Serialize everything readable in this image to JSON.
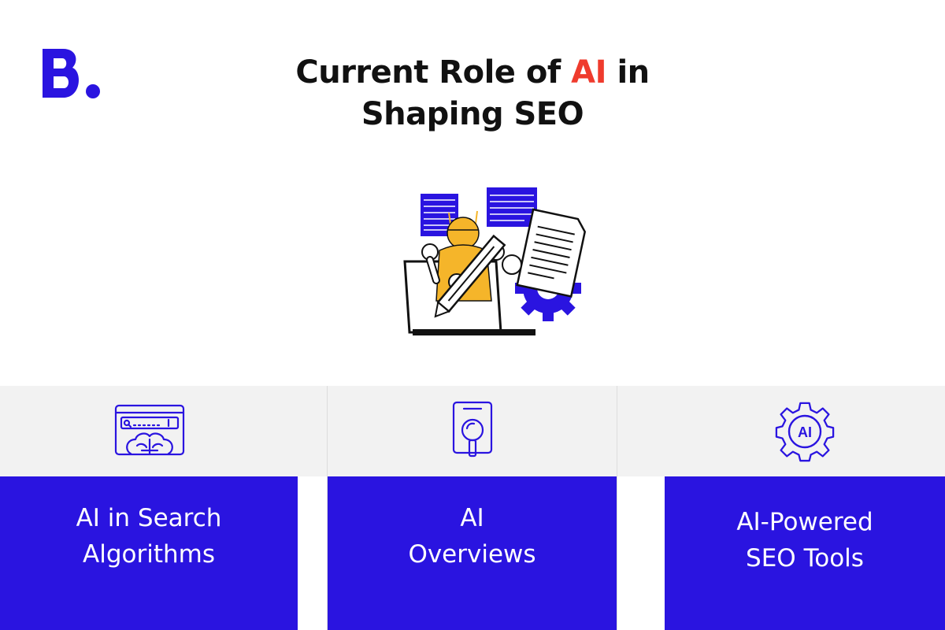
{
  "colors": {
    "brand": "#2a14e0",
    "accent": "#ef3b2d",
    "strip": "#f2f2f2",
    "robot": "#f5b52a"
  },
  "logo": {
    "letter": "B",
    "icon": "brand-logo"
  },
  "title": {
    "part1": "Current Role of",
    "highlight": "AI",
    "part2": "in",
    "line2": "Shaping SEO"
  },
  "illustration": {
    "icon": "ai-robot-writing-illustration"
  },
  "cards": [
    {
      "line1": "AI in Search",
      "line2": "Algorithms",
      "icon": "search-brain-icon"
    },
    {
      "line1": "AI",
      "line2": "Overviews",
      "icon": "document-search-icon"
    },
    {
      "line1": "AI-Powered",
      "line2": "SEO Tools",
      "icon": "ai-gear-icon",
      "icon_text": "AI"
    }
  ]
}
